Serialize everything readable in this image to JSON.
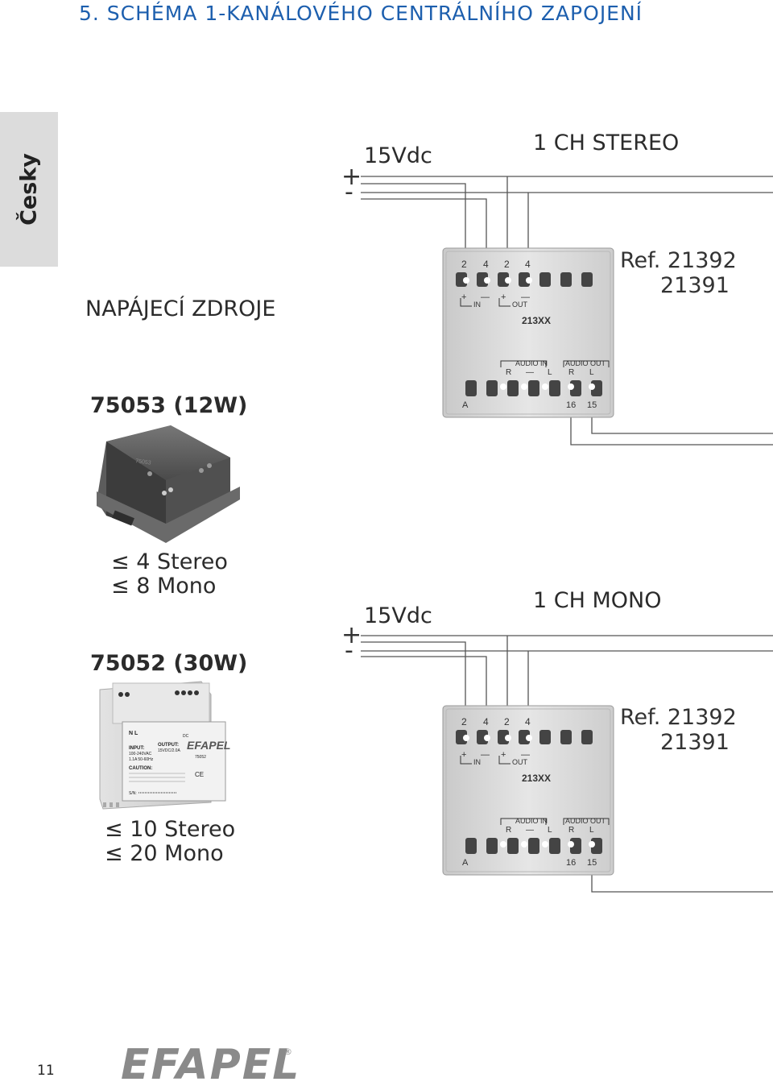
{
  "page": {
    "title": "5. SCHÉMA 1-KANÁLOVÉHO CENTRÁLNÍHO ZAPOJENÍ",
    "side_tab": "Česky",
    "page_number": "11",
    "logo": "EFAPEL",
    "logo_mark": "®"
  },
  "supplies": {
    "heading": "NAPÁJECÍ ZDROJE",
    "unit_a": {
      "model": "75053 (12W)",
      "line1": "≤ 4 Stereo",
      "line2": "≤ 8 Mono",
      "label_text": "75053"
    },
    "unit_b": {
      "model": "75052 (30W)",
      "line1": "≤ 10 Stereo",
      "line2": "≤ 20 Mono",
      "nl": "N L",
      "brand": "EFAPEL",
      "input": "INPUT:",
      "input_v": "100-240VAC",
      "input_a": "1.1A 50-60Hz",
      "output": "OUTPUT:",
      "output_v": "15VDC/2.0A",
      "caution": "CAUTION:",
      "dc": "DC",
      "sn": "S/N:",
      "ce": "CE",
      "model_code": "75052"
    }
  },
  "stereo": {
    "heading": "1 CH STEREO",
    "voltage": "15Vdc",
    "plus": "+",
    "minus": "-",
    "ref1": "Ref. 21392",
    "ref2": "21391"
  },
  "mono": {
    "heading": "1 CH MONO",
    "voltage": "15Vdc",
    "plus": "+",
    "minus": "-",
    "ref1": "Ref. 21392",
    "ref2": "21391"
  },
  "module": {
    "top_terms": [
      "2",
      "4",
      "2",
      "4"
    ],
    "in": "IN",
    "out": "OUT",
    "pm": [
      "+",
      "—",
      "+",
      "—"
    ],
    "code": "213XX",
    "audio_in": "AUDIO IN",
    "audio_out": "AUDIO OUT",
    "r": "R",
    "l": "L",
    "dash": "—",
    "a": "A",
    "t16": "16",
    "t15": "15"
  }
}
